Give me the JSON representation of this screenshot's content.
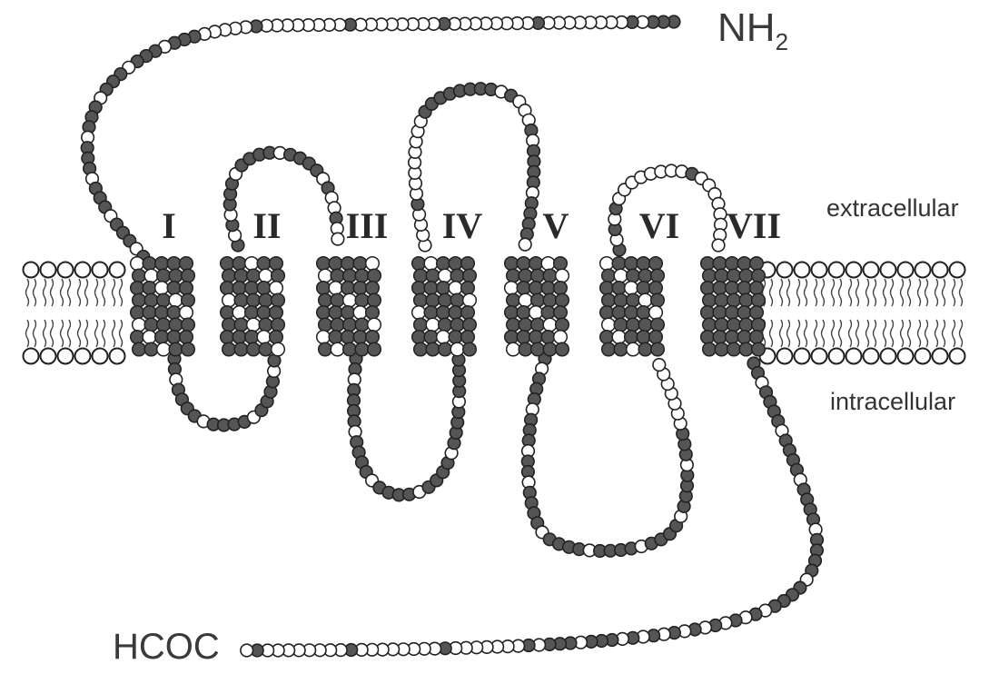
{
  "labels": {
    "nh2": "NH",
    "nh2_subscript": "2",
    "hcoc": "HCOC",
    "extracellular": "extracellular",
    "intracellular": "intracellular"
  },
  "helices": [
    "I",
    "II",
    "III",
    "IV",
    "V",
    "VI",
    "VII"
  ],
  "colors": {
    "residue_dark": "#555555",
    "residue_light": "#ffffff",
    "outline": "#222222",
    "lipid_tail": "#444444"
  }
}
